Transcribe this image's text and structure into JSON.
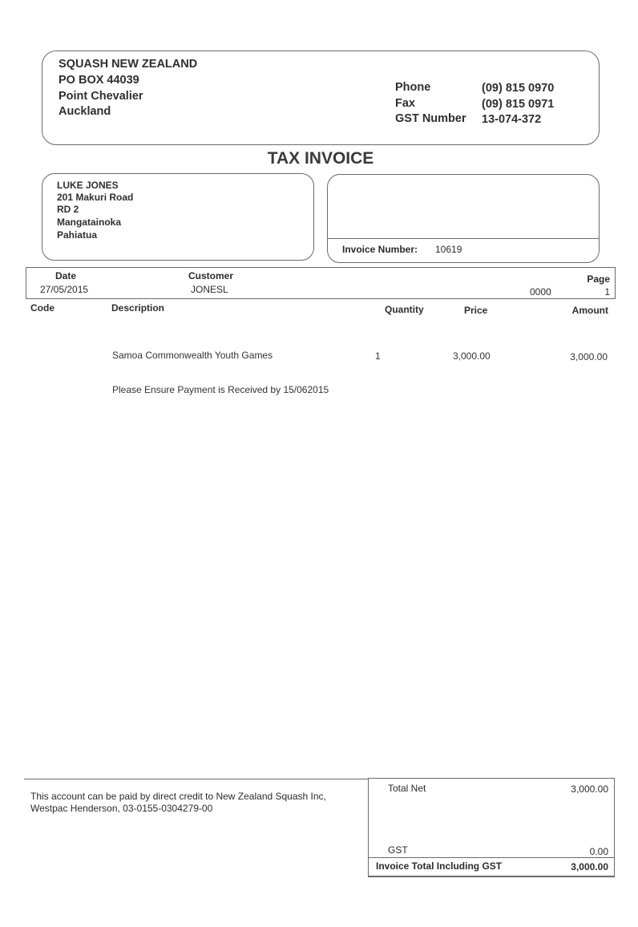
{
  "sender": {
    "lines": [
      "SQUASH NEW ZEALAND",
      "PO BOX 44039",
      "Point Chevalier",
      "Auckland"
    ],
    "contacts": [
      {
        "label": "Phone",
        "value": "(09) 815 0970"
      },
      {
        "label": "Fax",
        "value": "(09) 815 0971"
      },
      {
        "label": "GST Number",
        "value": "13-074-372"
      }
    ]
  },
  "title": "TAX INVOICE",
  "customer": {
    "lines": [
      "LUKE JONES",
      "201 Makuri Road",
      "RD 2",
      "Mangatainoka",
      "Pahiatua"
    ]
  },
  "invoice": {
    "number_label": "Invoice Number:",
    "number": "10619"
  },
  "meta": {
    "date_label": "Date",
    "date": "27/05/2015",
    "customer_label": "Customer",
    "customer": "JONESL",
    "code": "0000",
    "page_label": "Page",
    "page": "1"
  },
  "columns": {
    "code": "Code",
    "description": "Description",
    "quantity": "Quantity",
    "price": "Price",
    "amount": "Amount"
  },
  "items": [
    {
      "description": "Samoa Commonwealth Youth Games",
      "quantity": "1",
      "price": "3,000.00",
      "amount": "3,000.00"
    }
  ],
  "payment_note": "Please Ensure Payment is Received by 15/062015",
  "footer": {
    "bank_note": "This account can be paid by direct credit to New Zealand Squash Inc, Westpac Henderson, 03-0155-0304279-00",
    "total_net_label": "Total Net",
    "total_net": "3,000.00",
    "gst_label": "GST",
    "gst": "0.00",
    "total_label": "Invoice Total Including GST",
    "total": "3,000.00"
  }
}
